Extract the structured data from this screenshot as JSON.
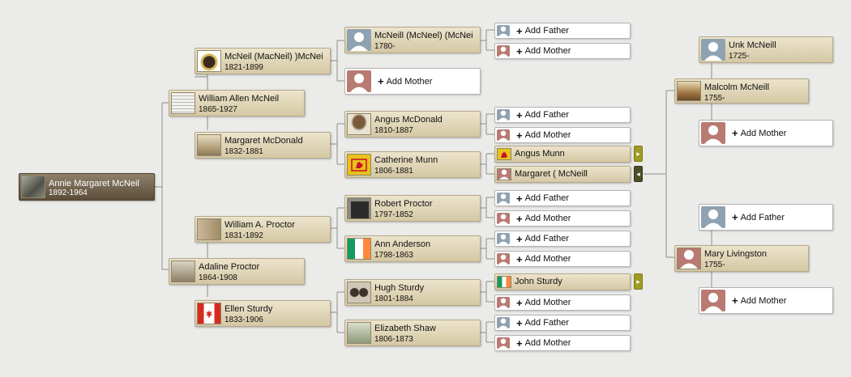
{
  "colors": {
    "card": "#d9cfae",
    "root_card": "#6f6150",
    "male_silhouette": "#8fa2b1",
    "female_silhouette": "#b87a72",
    "expand_arrow": "#9f9b23",
    "collapse_arrow": "#4c4e25",
    "line": "#8c8c8c"
  },
  "root": {
    "name": "Annie Margaret McNeil",
    "dates": "1892-1964"
  },
  "people": {
    "william_allen": {
      "name": "William Allen McNeil",
      "dates": "1865-1927"
    },
    "adaline": {
      "name": "Adaline Proctor",
      "dates": "1864-1908"
    },
    "mcneil_macneil": {
      "name": "McNeil (MacNeil) )McNei",
      "dates": "1821-1899"
    },
    "margaret_mcdonald": {
      "name": "Margaret McDonald",
      "dates": "1832-1881"
    },
    "william_proctor": {
      "name": "William A. Proctor",
      "dates": "1831-1892"
    },
    "ellen_sturdy": {
      "name": "Ellen Sturdy",
      "dates": "1833-1906"
    },
    "mcneill_mcneel": {
      "name": "McNeill (McNeel) (McNei",
      "dates": "1780-"
    },
    "angus_mcdonald": {
      "name": "Angus McDonald",
      "dates": "1810-1887"
    },
    "catherine_munn": {
      "name": "Catherine Munn",
      "dates": "1806-1881"
    },
    "robert_proctor": {
      "name": "Robert Proctor",
      "dates": "1797-1852"
    },
    "ann_anderson": {
      "name": "Ann Anderson",
      "dates": "1798-1863"
    },
    "hugh_sturdy": {
      "name": "Hugh Sturdy",
      "dates": "1801-1884"
    },
    "elizabeth_shaw": {
      "name": "Elizabeth Shaw",
      "dates": "1806-1873"
    },
    "angus_munn": {
      "name": "Angus Munn"
    },
    "margaret_mcneill": {
      "name": "Margaret ( McNeill"
    },
    "john_sturdy": {
      "name": "John Sturdy"
    },
    "unk_mcneill": {
      "name": "Unk McNeill",
      "dates": "1725-"
    },
    "malcolm_mcneill": {
      "name": "Malcolm McNeill",
      "dates": "1755-"
    },
    "mary_livingston": {
      "name": "Mary Livingston",
      "dates": "1755-"
    }
  },
  "actions": {
    "add_father": "Add Father",
    "add_mother": "Add Mother",
    "plus_glyph": "+"
  },
  "icons": {
    "expand": "▸",
    "collapse": "◂",
    "expand_name": "expand-arrow-icon",
    "collapse_name": "collapse-arrow-icon"
  }
}
